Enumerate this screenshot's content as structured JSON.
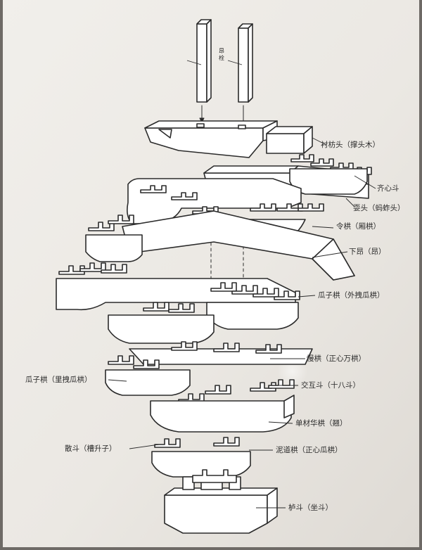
{
  "labels": {
    "ang_shuan": "昂栓",
    "chen_fang_tou": "衬枋头（撑头木）",
    "qi_xin_dou": "齐心斗",
    "shua_tou": "耍头（蚂蚱头）",
    "ling_gong": "令栱（厢栱）",
    "xia_ang": "下昂（昂）",
    "guazi_gong_outer": "瓜子栱（外拽瓜栱）",
    "man_gong": "慢栱（正心万栱）",
    "guazi_gong_inner": "瓜子栱（里拽瓜栱）",
    "jiao_hu_dou": "交互斗（十八斗）",
    "dan_cai_hua_gong": "单材华栱（翘）",
    "san_dou": "散斗（槽升子）",
    "ni_dao_gong": "泥道栱（正心瓜栱）",
    "lu_dou": "栌斗（坐斗）"
  },
  "colors": {
    "paper": "#ece9e4",
    "line": "#2b2b2b",
    "frame": "#6e6a66"
  }
}
